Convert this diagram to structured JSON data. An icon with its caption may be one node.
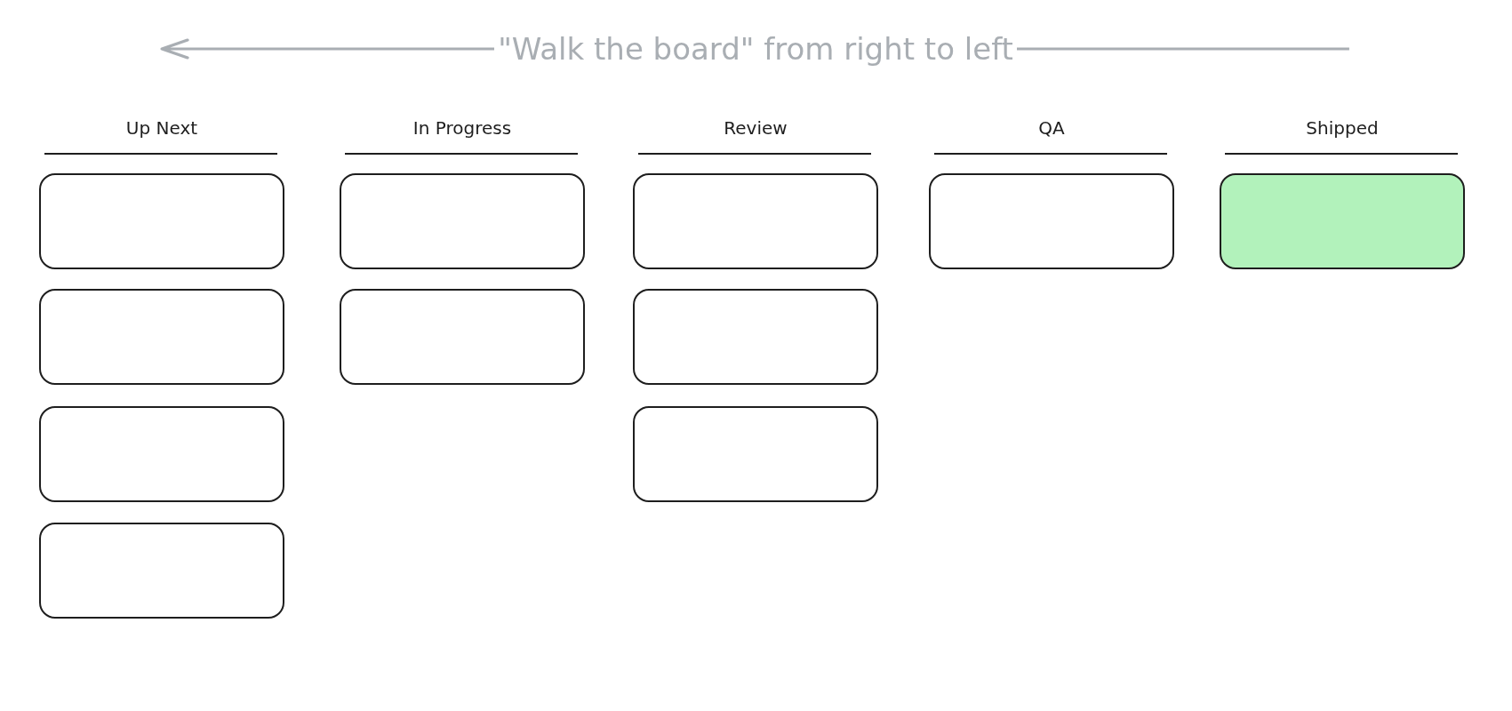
{
  "diagram": {
    "nodes": [
      {
        "text": [],
        "shape": "box"
      },
      {
        "text": [],
        "shape": "box"
      },
      {
        "text": [],
        "shape": "box"
      },
      {
        "text": [],
        "shape": "box"
      },
      {
        "text": [],
        "shape": "box"
      },
      {
        "text": [],
        "shape": "box"
      },
      {
        "text": [],
        "shape": "box"
      },
      {
        "text": [],
        "shape": "box"
      },
      {
        "text": [],
        "shape": "box"
      },
      {
        "text": [],
        "shape": "box"
      },
      {
        "text": [],
        "shape": "box"
      }
    ],
    "labels": [
      "\"Walk the board\" from right to left",
      "Up Next",
      "In Progress",
      "Review",
      "QA",
      "Shipped"
    ]
  }
}
